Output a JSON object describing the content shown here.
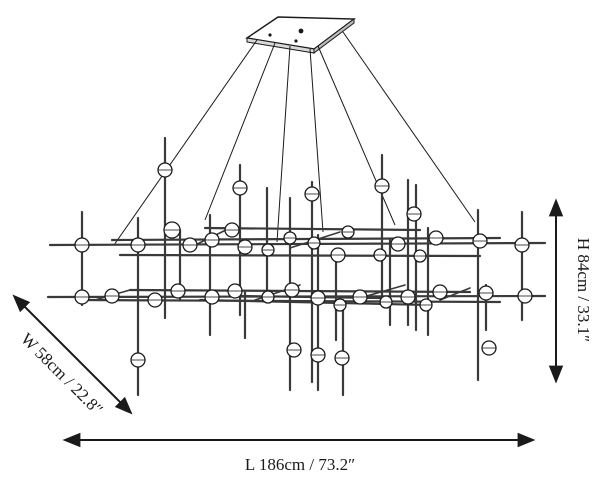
{
  "dimensions": {
    "length_label": "L 186cm / 73.2″",
    "height_label": "H 84cm / 33.1″",
    "width_label": "W 58cm / 22.8″"
  },
  "colors": {
    "line": "#1a1a1a",
    "rod": "#3a3a3a",
    "globe_fill": "#ffffff"
  }
}
